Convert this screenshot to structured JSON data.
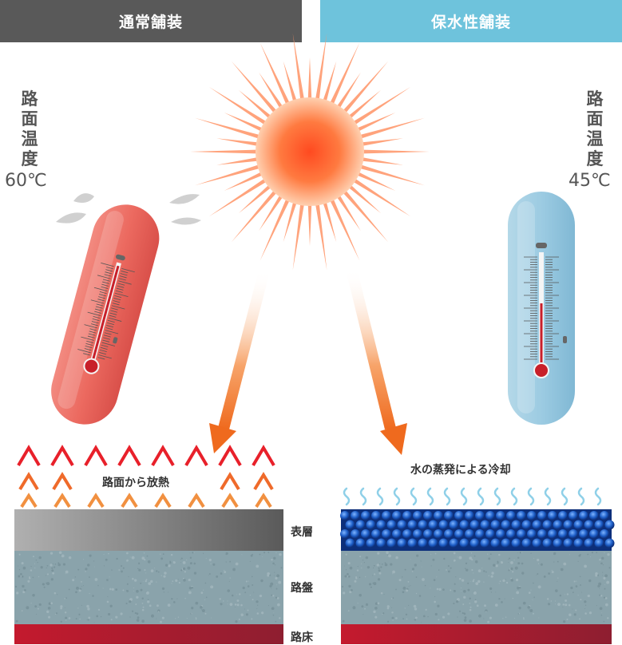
{
  "headers": {
    "normal": "通常舗装",
    "water": "保水性舗装"
  },
  "left_label": {
    "chars": [
      "路",
      "面",
      "温",
      "度"
    ],
    "temp": "60℃"
  },
  "right_label": {
    "chars": [
      "路",
      "面",
      "温",
      "度"
    ],
    "temp": "45℃"
  },
  "notes": {
    "heat": "路面から放熱",
    "cooling": "水の蒸発による冷却"
  },
  "layers": {
    "surface": "表層",
    "base": "路盤",
    "subgrade": "路床"
  },
  "colors": {
    "header_left": "#595959",
    "header_right": "#6ec3dc",
    "sun": "#ff5a2a",
    "subgrade": "#b41e2e",
    "water_block": "#1e5fc8"
  }
}
